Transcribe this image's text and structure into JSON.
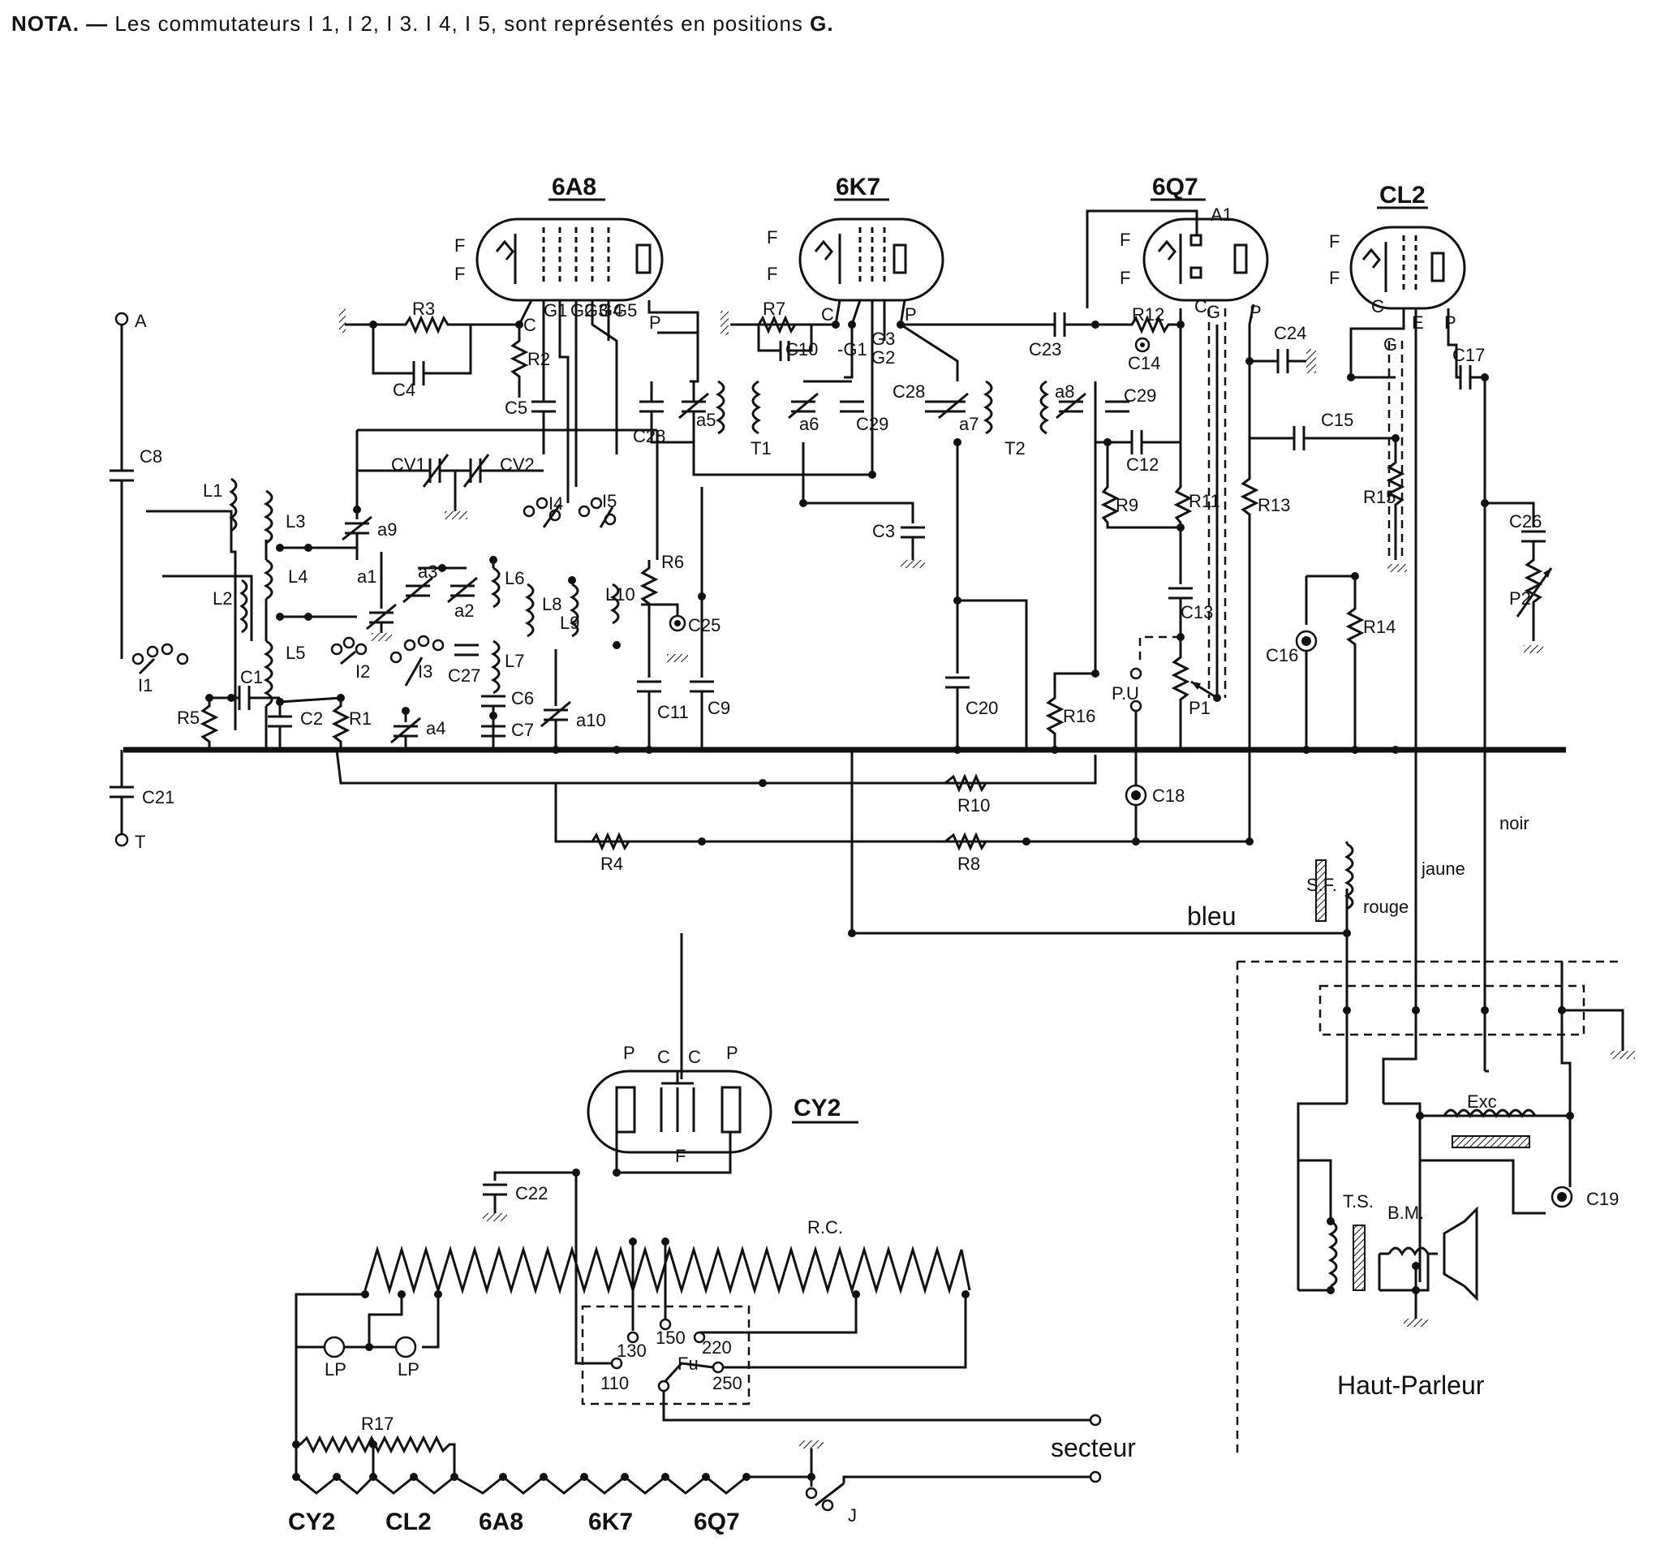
{
  "nota": {
    "prefix": "NOTA. —",
    "text": "Les commutateurs  I 1,  I 2,  I 3.  I 4,  I 5,  sont représentés  en  positions",
    "bold_tail": "G."
  },
  "tubes": [
    {
      "id": "6A8",
      "label": "6A8"
    },
    {
      "id": "6K7",
      "label": "6K7"
    },
    {
      "id": "6Q7",
      "label": "6Q7"
    },
    {
      "id": "CL2",
      "label": "CL2"
    },
    {
      "id": "CY2",
      "label": "CY2"
    }
  ],
  "pins": {
    "F": "F",
    "C": "C",
    "P": "P",
    "G": "G",
    "E": "E",
    "A1": "A1",
    "G1": "G1",
    "G2": "G2",
    "G3": "G3",
    "G4": "G4",
    "G5": "G5",
    "mG1": "-G1"
  },
  "antenna": {
    "A": "A",
    "T": "T"
  },
  "components": {
    "resistors": [
      "R1",
      "R2",
      "R3",
      "R4",
      "R5",
      "R6",
      "R7",
      "R8",
      "R9",
      "R10",
      "R11",
      "R12",
      "R13",
      "R14",
      "R15",
      "R16",
      "R17"
    ],
    "capacitors": [
      "C1",
      "C2",
      "C3",
      "C4",
      "C5",
      "C6",
      "C7",
      "C8",
      "C9",
      "C10",
      "C11",
      "C12",
      "C13",
      "C14",
      "C15",
      "C16",
      "C17",
      "C18",
      "C19",
      "C20",
      "C21",
      "C22",
      "C23",
      "C24",
      "C25",
      "C26",
      "C27",
      "C28",
      "C29"
    ],
    "inductors": [
      "L1",
      "L2",
      "L3",
      "L4",
      "L5",
      "L6",
      "L7",
      "L8",
      "L9",
      "L10"
    ],
    "trimmers": [
      "a1",
      "a2",
      "a3",
      "a4",
      "a5",
      "a6",
      "a7",
      "a8",
      "a9",
      "a10"
    ],
    "variable_caps": [
      "CV1",
      "CV2"
    ],
    "switches": [
      "I1",
      "I2",
      "I3",
      "I4",
      "I5"
    ],
    "transformers": [
      "T1",
      "T2"
    ],
    "pots": [
      "P1",
      "P2"
    ],
    "pickup": "P.U"
  },
  "wires": {
    "bleu": "bleu",
    "rouge": "rouge",
    "jaune": "jaune",
    "noir": "noir"
  },
  "speaker": {
    "title": "Haut-Parleur",
    "SF": "S.F.",
    "Exc": "Exc",
    "TS": "T.S.",
    "BM": "B.M."
  },
  "mains": {
    "RC": "R.C.",
    "taps": [
      "110",
      "130",
      "150",
      "220",
      "250"
    ],
    "Fu": "Fu",
    "secteur": "secteur",
    "J": "J",
    "LP": "LP"
  },
  "filaments": [
    "CY2",
    "CL2",
    "6A8",
    "6K7",
    "6Q7"
  ]
}
